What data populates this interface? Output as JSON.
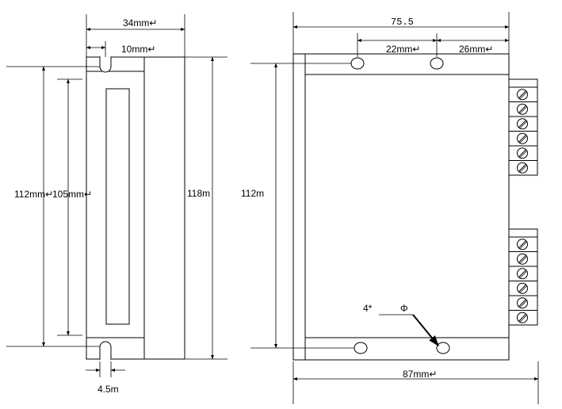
{
  "side_view": {
    "width_label": "34mm↵",
    "slot_offset_label": "10mm↵",
    "mount_height_label": "112mm↵",
    "window_height_label": "105mm↵",
    "total_height_label": "118m",
    "slot_width_label": "4.5m"
  },
  "front_view": {
    "length_label": "75.5",
    "hole_spacing_label": "22mm↵",
    "hole_edge_label": "26mm↵",
    "height_label": "112m",
    "hole_count_label": "4*",
    "hole_symbol_label": "Φ",
    "total_length_label": "87mm↵",
    "terminal_blocks": [
      {
        "name": "upper-terminal-block",
        "screws": 6
      },
      {
        "name": "lower-terminal-block",
        "screws": 6
      }
    ]
  }
}
